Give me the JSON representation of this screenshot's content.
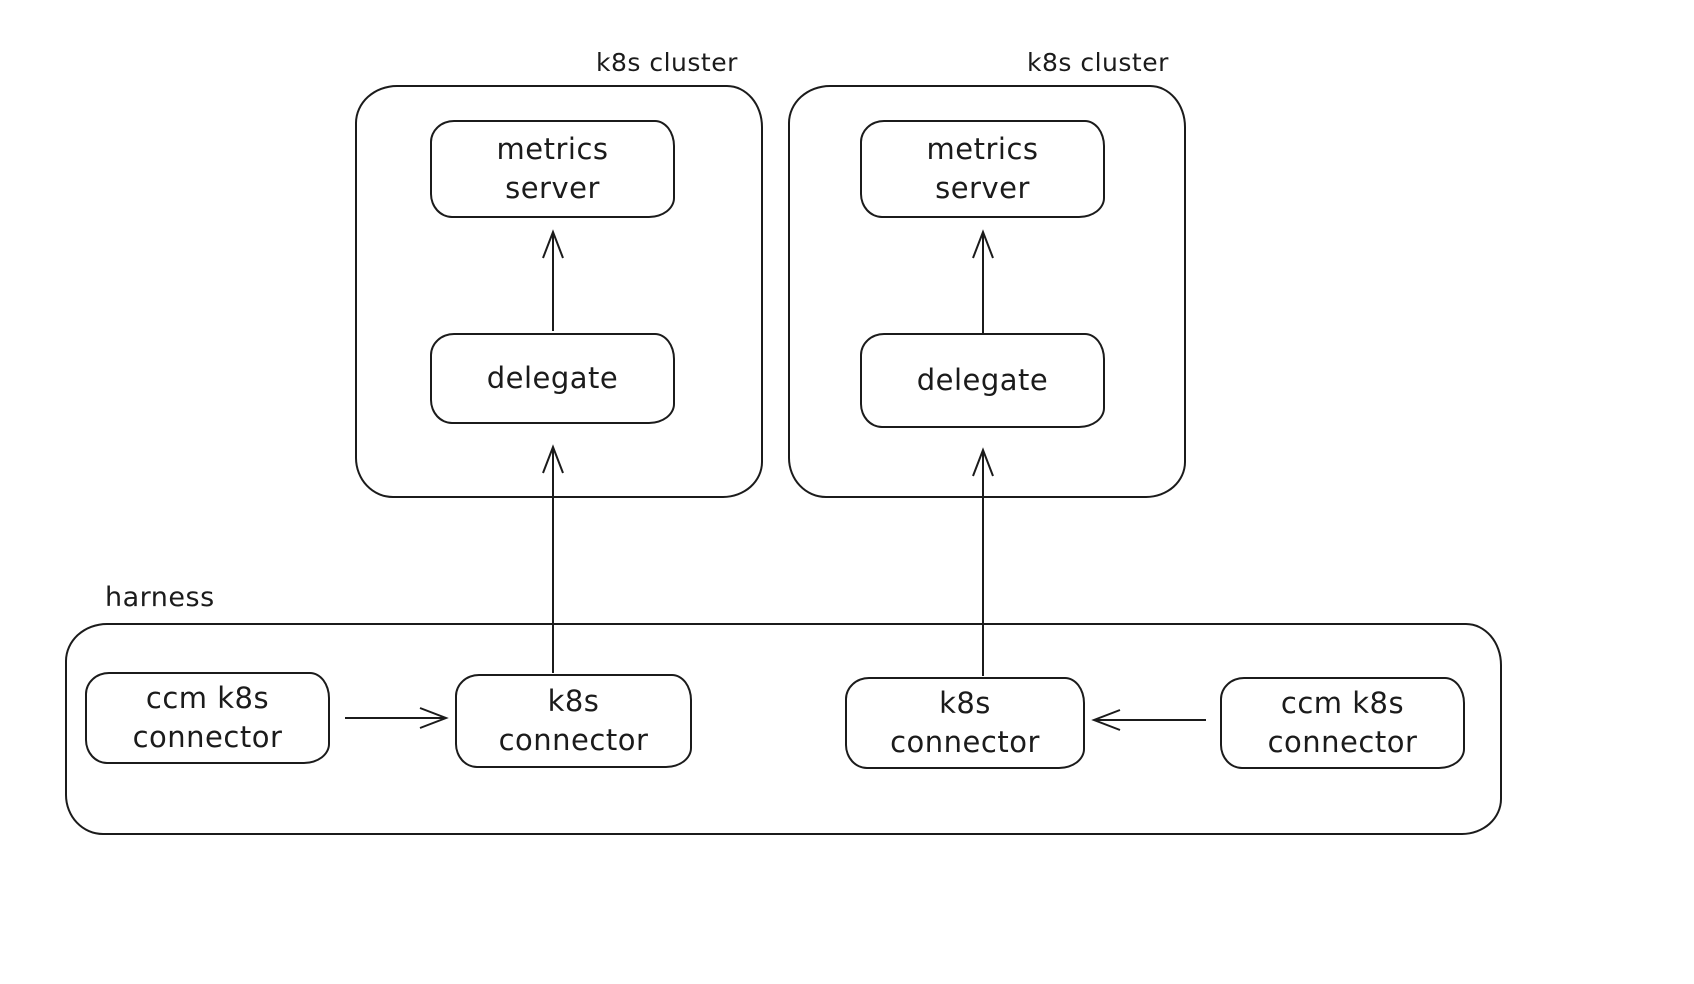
{
  "diagram": {
    "clusters": [
      {
        "label": "k8s cluster",
        "nodes": {
          "metrics_server": "metrics server",
          "delegate": "delegate"
        }
      },
      {
        "label": "k8s cluster",
        "nodes": {
          "metrics_server": "metrics server",
          "delegate": "delegate"
        }
      }
    ],
    "harness": {
      "label": "harness",
      "nodes": {
        "ccm_left": "ccm k8s connector",
        "k8s_left": "k8s connector",
        "k8s_right": "k8s connector",
        "ccm_right": "ccm k8s connector"
      }
    },
    "colors": {
      "stroke": "#1b1b1b",
      "background": "#ffffff"
    }
  }
}
